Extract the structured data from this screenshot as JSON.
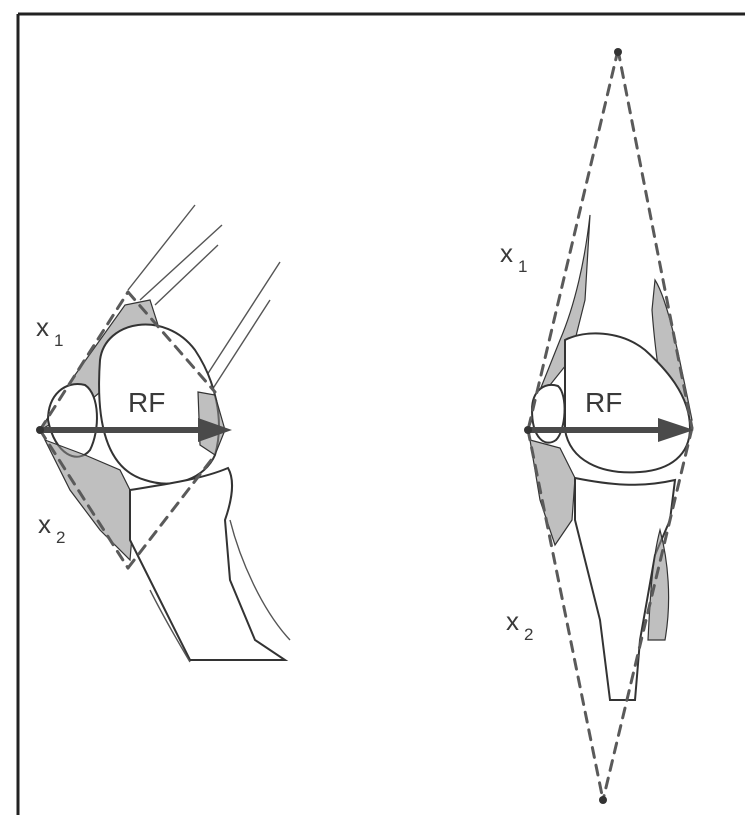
{
  "labels": {
    "resultant_force": "RF",
    "x1_main": "x",
    "x1_sub": "1",
    "x2_main": "x",
    "x2_sub": "2"
  },
  "panels": [
    {
      "view": "flexed-knee"
    },
    {
      "view": "extended-knee"
    }
  ]
}
